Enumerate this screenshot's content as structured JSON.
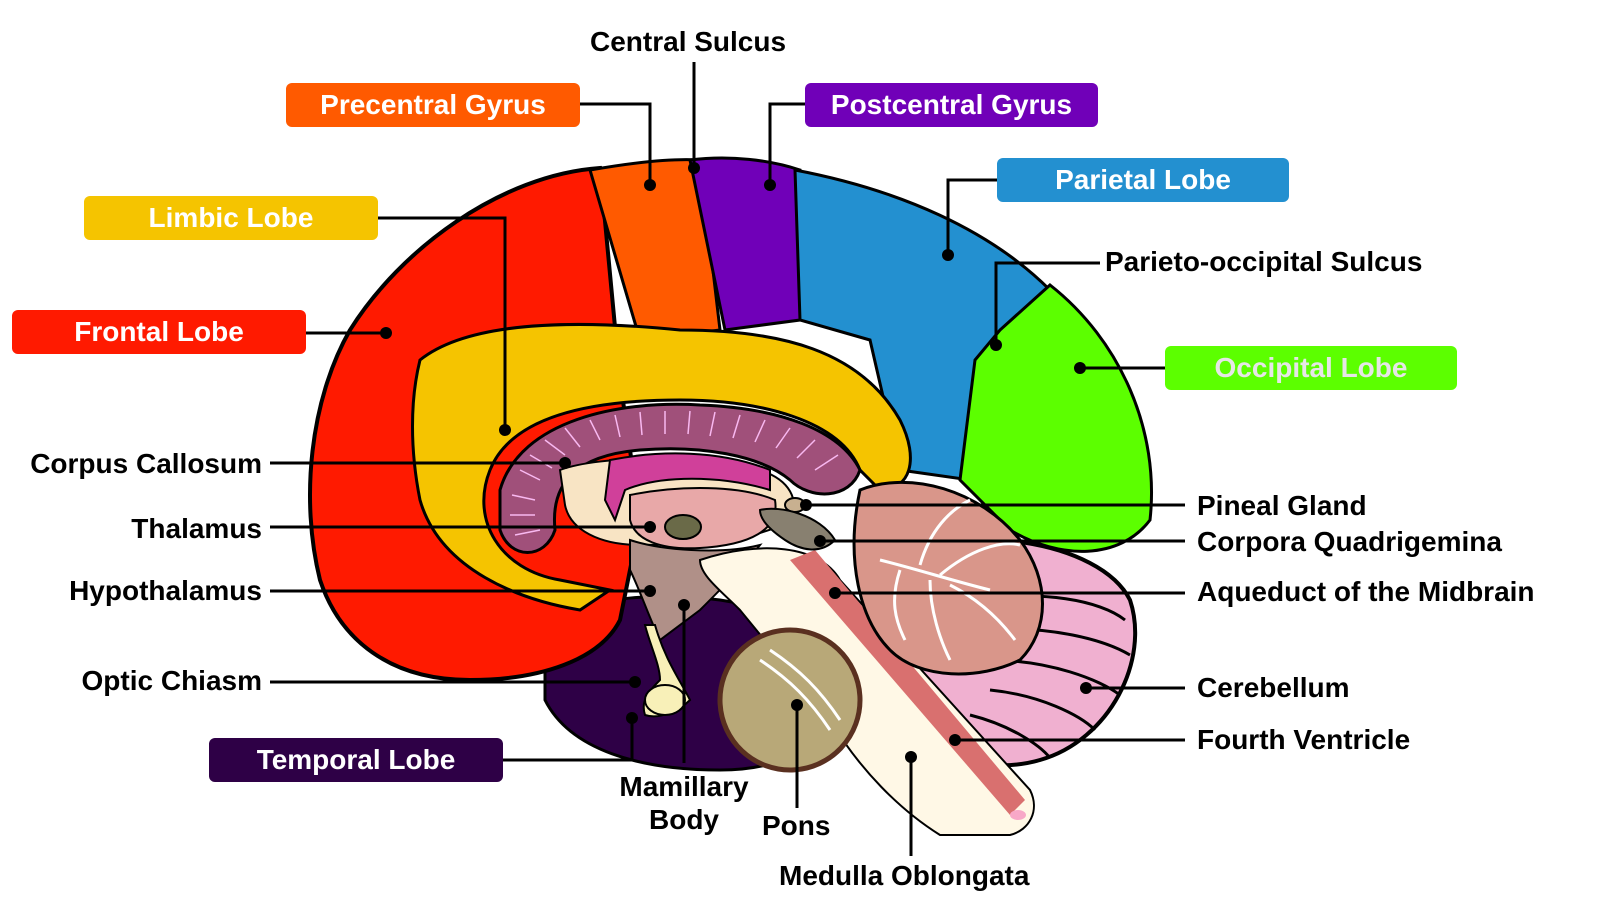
{
  "title": "Human Brain Sagittal Section Anatomy",
  "colors": {
    "frontal": "#ff1a00",
    "precentral": "#ff5a00",
    "postcentral": "#7000b8",
    "parietal": "#2390d0",
    "occipital": "#5cff00",
    "limbic": "#f5c400",
    "temporal": "#2e0046",
    "corpus_callosum": "#a0507a",
    "cerebellum_pink": "#f0b0d0",
    "cerebellum_core": "#d9968a",
    "brainstem": "#fff8e6",
    "aqueduct": "#d9706f",
    "pons": "#b8a878",
    "thalamus": "#e8a8a8",
    "hypothalamus": "#b09088"
  },
  "box_labels": [
    {
      "id": "precentral",
      "text": "Precentral Gyrus",
      "color": "#ff5a00",
      "text_color": "#ffffff"
    },
    {
      "id": "postcentral",
      "text": "Postcentral Gyrus",
      "color": "#7000b8",
      "text_color": "#ffffff"
    },
    {
      "id": "parietal",
      "text": "Parietal Lobe",
      "color": "#2390d0",
      "text_color": "#ffffff"
    },
    {
      "id": "limbic",
      "text": "Limbic Lobe",
      "color": "#f5c400",
      "text_color": "#ffffff"
    },
    {
      "id": "frontal",
      "text": "Frontal Lobe",
      "color": "#ff1a00",
      "text_color": "#ffffff"
    },
    {
      "id": "occipital",
      "text": "Occipital Lobe",
      "color": "#5cff00",
      "text_color": "#e6e6e6"
    },
    {
      "id": "temporal",
      "text": "Temporal Lobe",
      "color": "#2e0046",
      "text_color": "#ffffff"
    }
  ],
  "text_labels": {
    "central_sulcus": "Central Sulcus",
    "parieto_occipital_sulcus": "Parieto-occipital Sulcus",
    "corpus_callosum": "Corpus Callosum",
    "thalamus": "Thalamus",
    "hypothalamus": "Hypothalamus",
    "optic_chiasm": "Optic Chiasm",
    "pineal_gland": "Pineal Gland",
    "corpora_quadrigemina": "Corpora Quadrigemina",
    "aqueduct": "Aqueduct of the Midbrain",
    "cerebellum": "Cerebellum",
    "fourth_ventricle": "Fourth Ventricle",
    "mamillary_line1": "Mamillary",
    "mamillary_line2": "Body",
    "pons": "Pons",
    "medulla": "Medulla Oblongata"
  }
}
